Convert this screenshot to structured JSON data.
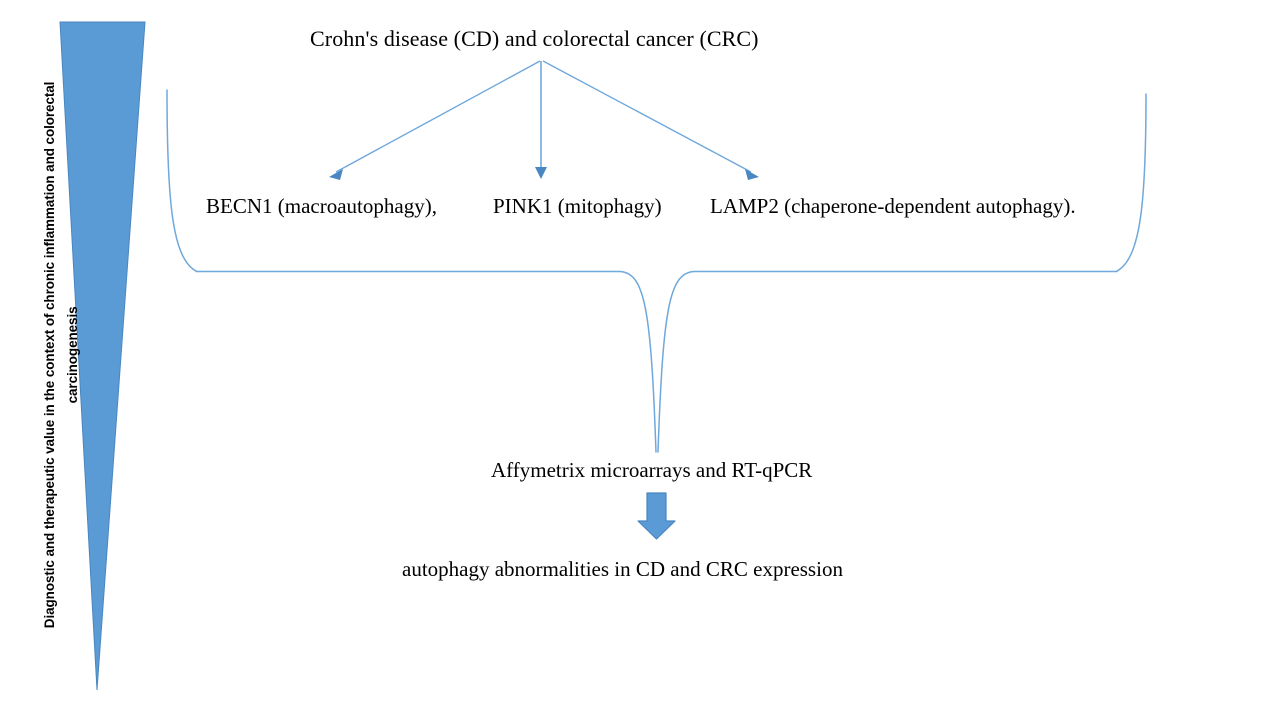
{
  "diagram": {
    "title": "Crohn's disease (CD) and colorectal cancer (CRC)",
    "side_caption": "Diagnostic and therapeutic value in the context of chronic inflammation and colorectal carcinogenesis",
    "nodes": [
      {
        "id": "becn1",
        "label": "BECN1 (macroautophagy),"
      },
      {
        "id": "pink1",
        "label": "PINK1 (mitophagy)"
      },
      {
        "id": "lamp2",
        "label": "LAMP2 (chaperone-dependent autophagy)."
      }
    ],
    "method": "Affymetrix microarrays and RT-qPCR",
    "outcome": "autophagy abnormalities in CD and CRC expression",
    "icons": {
      "wedge": "tapered-triangle-shape",
      "brace": "curly-brace-connector",
      "arrow_left": "arrow-down-left-icon",
      "arrow_center": "arrow-down-icon",
      "arrow_right": "arrow-down-right-icon",
      "block_arrow": "block-arrow-down-icon"
    },
    "colors": {
      "accent_fill": "#5B9BD5",
      "accent_stroke": "#4A86C0",
      "line": "#6FA8DC",
      "text": "#000000",
      "background": "#FFFFFF"
    }
  }
}
